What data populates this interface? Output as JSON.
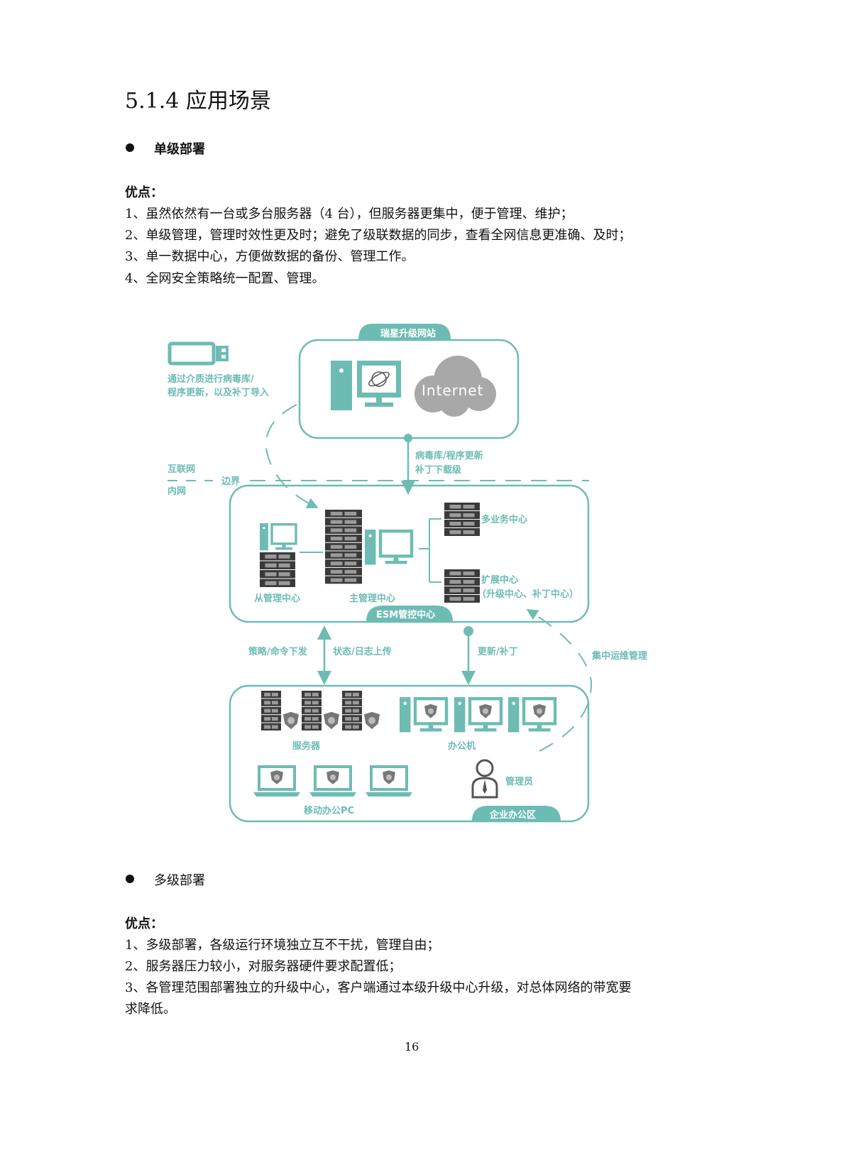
{
  "heading": "5.1.4 应用场景",
  "section1": {
    "bullet": "单级部署",
    "adv_label": "优点：",
    "items": [
      "1、虽然依然有一台或多台服务器（4 台），但服务器更集中，便于管理、维护；",
      "2、单级管理，管理时效性更及时；避免了级联数据的同步，查看全网信息更准确、及时；",
      "3、单一数据中心，方便做数据的备份、管理工作。",
      "4、全网安全策略统一配置、管理。"
    ]
  },
  "diagram": {
    "accent": "#6dbcb4",
    "usb_label": [
      "通过介质进行病毒库/",
      "程序更新，以及补丁导入"
    ],
    "upgrade_site": "瑞星升级网站",
    "internet": "Internet",
    "download_label": [
      "病毒库/程序更新",
      "补丁下载级"
    ],
    "internet_zone": "互联网",
    "intranet_zone": "内网",
    "boundary": "边界",
    "esm_center": "ESM管控中心",
    "slave_center": "从管理中心",
    "master_center": "主管理中心",
    "multi_center": "多业务中心",
    "ext_center": [
      "扩展中心",
      "（升级中心、补丁中心）"
    ],
    "policy_down": "策略/命令下发",
    "status_up": "状态/日志上传",
    "update_patch": "更新/补丁",
    "central_ops": "集中运维管理",
    "servers": "服务器",
    "office_pcs": "办公机",
    "mobile_pcs": "移动办公PC",
    "admin": "管理员",
    "office_zone": "企业办公区"
  },
  "section2": {
    "bullet": "多级部署",
    "adv_label": "优点：",
    "items": [
      "1、多级部署，各级运行环境独立互不干扰，管理自由；",
      "2、服务器压力较小，对服务器硬件要求配置低；",
      "3、各管理范围部署独立的升级中心，客户端通过本级升级中心升级，对总体网络的带宽要",
      "求降低。"
    ]
  },
  "page_number": "16"
}
